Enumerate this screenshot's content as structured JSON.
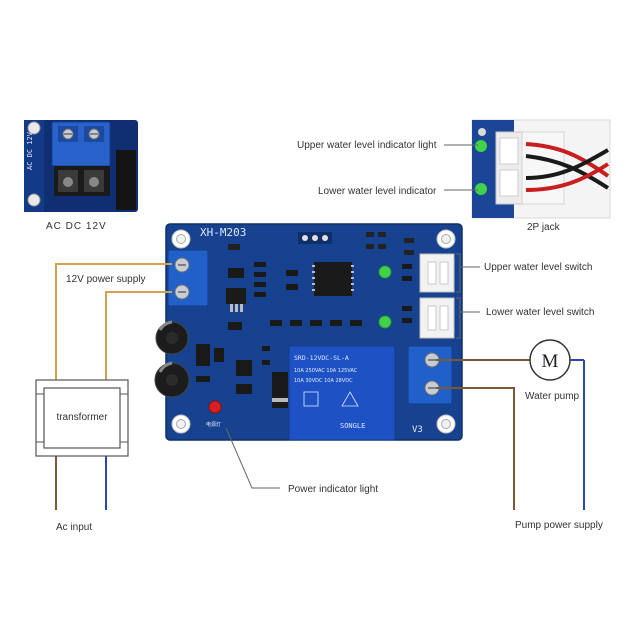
{
  "labels": {
    "upper_indicator": "Upper water level indicator light",
    "lower_indicator": "Lower water level indicator",
    "jack": "2P jack",
    "upper_switch": "Upper water level switch",
    "lower_switch": "Lower water level switch",
    "supply_12v": "12V power supply",
    "transformer": "transformer",
    "ac_input": "Ac input",
    "motor_symbol": "M",
    "water_pump": "Water pump",
    "power_light": "Power indicator light",
    "pump_supply": "Pump power supply"
  },
  "board": {
    "model": "XH-M203",
    "relay_line1": "SRD-12VDC-SL-A",
    "relay_line2": "10A 250VAC  10A 125VAC",
    "relay_line3": "10A 30VDC  10A 28VDC",
    "relay_brand": "SONGLE",
    "v3": "V3",
    "power_silk": "电源灯",
    "inset_silk": "AC DC 12V",
    "inset_caption": "AC  DC  12V"
  },
  "colors": {
    "pcb": "#17428f",
    "terminal": "#2060c8",
    "wire_orange": "#d4a24a",
    "wire_blue": "#2846b4",
    "wire_brown": "#7a5a36",
    "relay": "#1e52c4",
    "led_green": "#3fd24a",
    "led_red": "#d82020"
  }
}
